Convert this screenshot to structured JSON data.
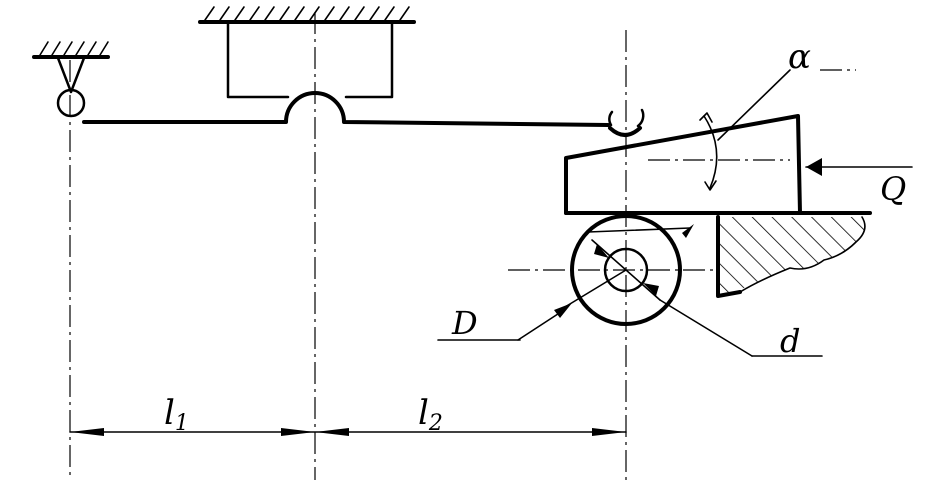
{
  "labels": {
    "alpha": "α",
    "Q": "Q",
    "D": "D",
    "d": "d",
    "l1": "l",
    "l1_sub": "1",
    "l2": "l",
    "l2_sub": "2"
  }
}
